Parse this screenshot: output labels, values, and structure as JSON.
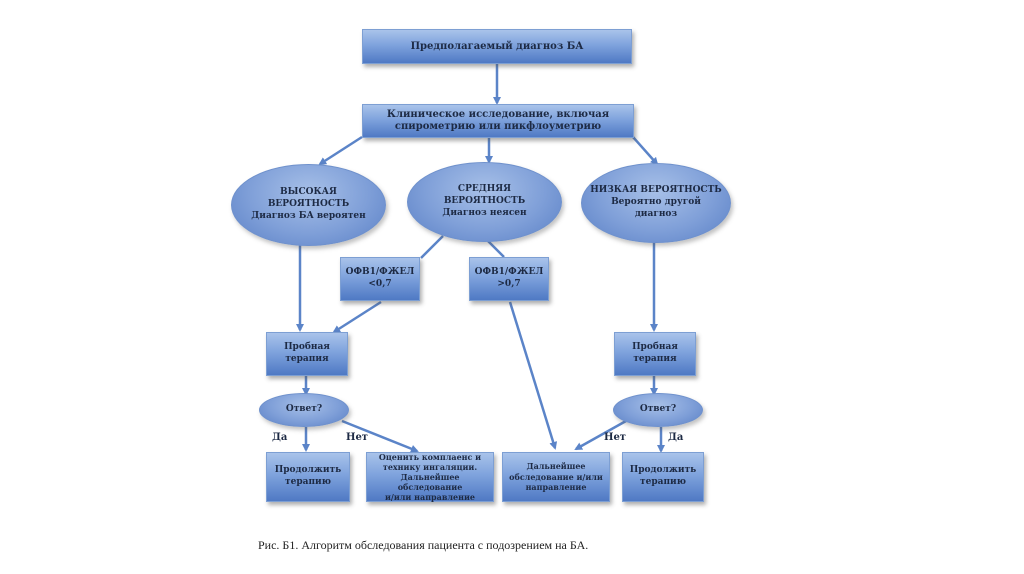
{
  "diagram": {
    "nodes": {
      "suspected": "Предполагаемый диагноз БА",
      "clinical": "Клиническое исследование, включая спирометрию или пикфлоуметрию",
      "high": [
        "ВЫСОКАЯ",
        "ВЕРОЯТНОСТЬ",
        "Диагноз БА вероятен"
      ],
      "medium": [
        "СРЕДНЯЯ",
        "ВЕРОЯТНОСТЬ",
        "Диагноз неясен"
      ],
      "low": [
        "НИЗКАЯ ВЕРОЯТНОСТЬ",
        "Вероятно другой",
        "диагноз"
      ],
      "fev_low": [
        "ОФВ1/ФЖЕЛ",
        "<0,7"
      ],
      "fev_high": [
        "ОФВ1/ФЖЕЛ",
        ">0,7"
      ],
      "trial_left": [
        "Пробная",
        "терапия"
      ],
      "trial_right": [
        "Пробная",
        "терапия"
      ],
      "response_left": "Ответ?",
      "response_right": "Ответ?",
      "continue_left": [
        "Продолжить",
        "терапию"
      ],
      "assess": [
        "Оценить комплаенс и",
        "технику ингаляции.",
        "Дальнейшее обследование",
        "и/или направление"
      ],
      "further": [
        "Дальнейшее",
        "обследование и/или",
        "направление"
      ],
      "continue_right": [
        "Продолжить",
        "терапию"
      ]
    },
    "edge_labels": {
      "yes_left": "Да",
      "no_left": "Нет",
      "no_right": "Нет",
      "yes_right": "Да"
    },
    "colors": {
      "box_fill": "#7fa3dd",
      "line": "#5b84c8",
      "text": "#1d2a44"
    }
  },
  "caption": "Рис. Б1. Алгоритм обследования пациента с подозрением на БА."
}
